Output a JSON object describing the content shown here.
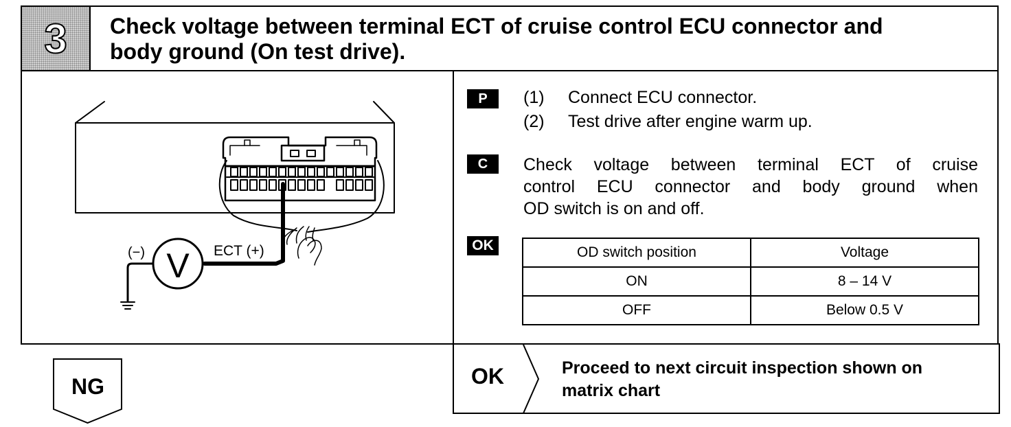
{
  "header": {
    "step_number": "3",
    "title_line_1": "Check voltage between terminal ECT of cruise control ECU connector and",
    "title_line_2": "body ground (On test drive)."
  },
  "diagram": {
    "minus_label": "(−)",
    "meter_symbol": "V",
    "ect_label": "ECT (+)"
  },
  "procedure": {
    "tag": "P",
    "steps": [
      {
        "num": "(1)",
        "text": "Connect ECU connector."
      },
      {
        "num": "(2)",
        "text": "Test drive after engine warm up."
      }
    ]
  },
  "check": {
    "tag": "C",
    "lines": [
      "Check voltage between terminal ECT of cruise",
      "control ECU connector and body ground when",
      "OD switch is on and off."
    ]
  },
  "spec": {
    "tag": "OK",
    "headers": [
      "OD switch position",
      "Voltage"
    ],
    "rows": [
      [
        "ON",
        "8 – 14 V"
      ],
      [
        "OFF",
        "Below 0.5 V"
      ]
    ]
  },
  "result_ok": {
    "label": "OK",
    "text_line_1": "Proceed to next circuit inspection shown on",
    "text_line_2": "matrix chart"
  },
  "result_ng": {
    "label": "NG"
  }
}
